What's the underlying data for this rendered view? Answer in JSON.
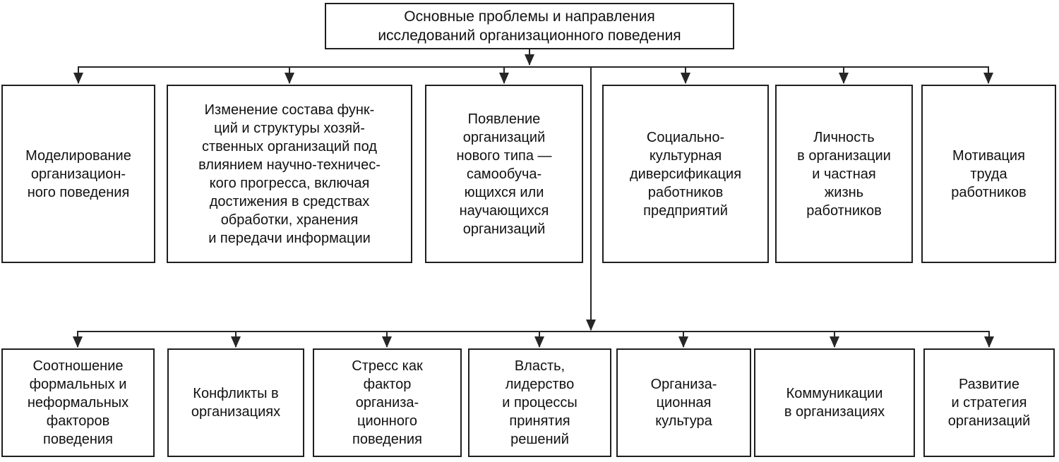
{
  "diagram": {
    "title": "Основные проблемы и направления\nисследований организационного поведения",
    "top_row": [
      "Моделирование\nорганизацион-\nного поведения",
      "Изменение состава функ-\nций и структуры хозяй-\nственных организаций под\nвлиянием научно-техничес-\nкого прогресса, включая\nдостижения в средствах\nобработки, хранения\nи передачи информации",
      "Появление\nорганизаций\nнового типа —\nсамообуча-\nющихся или\nнаучающихся\nорганизаций",
      "Социально-\nкультурная\nдиверсификация\nработников\nпредприятий",
      "Личность\nв организации\nи частная\nжизнь\nработников",
      "Мотивация\nтруда\nработников"
    ],
    "bottom_row": [
      "Соотношение\nформальных и\nнеформальных\nфакторов\nповедения",
      "Конфликты в\nорганизациях",
      "Стресс как\nфактор\nорганиза-\nционного\nповедения",
      "Власть,\nлидерство\nи процессы\nпринятия\nрешений",
      "Организа-\nционная\nкультура",
      "Коммуникации\nв организациях",
      "Развитие\nи стратегия\nорганизаций"
    ],
    "colors": {
      "line": "#262626",
      "border": "#1f1f1f",
      "text": "#111111",
      "background": "#ffffff"
    }
  }
}
